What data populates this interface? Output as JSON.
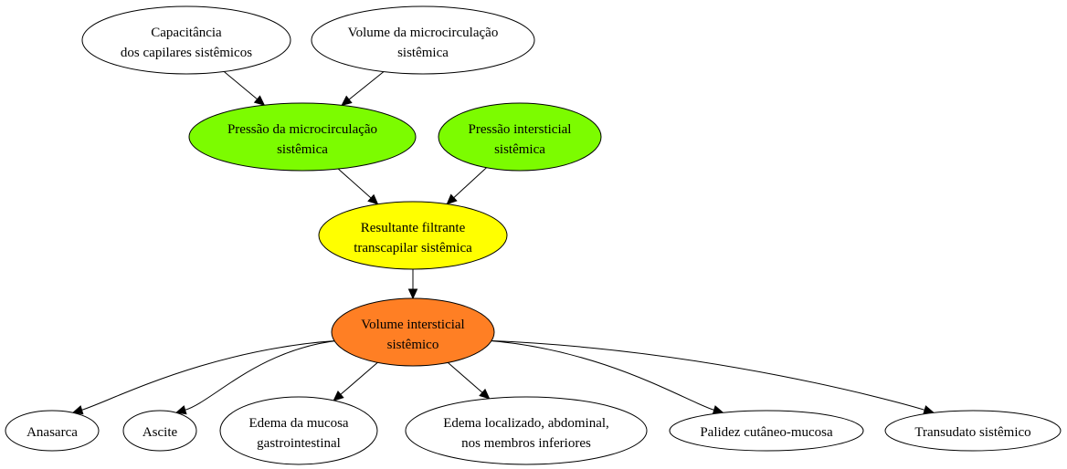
{
  "colors": {
    "white": "#ffffff",
    "green": "#7cfc00",
    "yellow": "#ffff00",
    "orange": "#ff7f24",
    "edge": "#000000"
  },
  "nodes": {
    "capacitancia": {
      "line1": "Capacitância",
      "line2": "dos capilares sistêmicos",
      "fill": "white"
    },
    "volume_micro": {
      "line1": "Volume da microcirculação",
      "line2": "sistêmica",
      "fill": "white"
    },
    "pressao_micro": {
      "line1": "Pressão da microcirculação",
      "line2": "sistêmica",
      "fill": "green"
    },
    "pressao_intersticial": {
      "line1": "Pressão intersticial",
      "line2": "sistêmica",
      "fill": "green"
    },
    "resultante": {
      "line1": "Resultante filtrante",
      "line2": "transcapilar sistêmica",
      "fill": "yellow"
    },
    "volume_intersticial": {
      "line1": "Volume intersticial",
      "line2": "sistêmico",
      "fill": "orange"
    },
    "anasarca": {
      "line1": "Anasarca",
      "fill": "white"
    },
    "ascite": {
      "line1": "Ascite",
      "fill": "white"
    },
    "edema_mucosa": {
      "line1": "Edema da mucosa",
      "line2": "gastrointestinal",
      "fill": "white"
    },
    "edema_localizado": {
      "line1": "Edema localizado, abdominal,",
      "line2": "nos membros inferiores",
      "fill": "white"
    },
    "palidez": {
      "line1": "Palidez cutâneo-mucosa",
      "fill": "white"
    },
    "transudato": {
      "line1": "Transudato sistêmico",
      "fill": "white"
    }
  },
  "edges": [
    [
      "capacitancia",
      "pressao_micro"
    ],
    [
      "volume_micro",
      "pressao_micro"
    ],
    [
      "pressao_micro",
      "resultante"
    ],
    [
      "pressao_intersticial",
      "resultante"
    ],
    [
      "resultante",
      "volume_intersticial"
    ],
    [
      "volume_intersticial",
      "anasarca"
    ],
    [
      "volume_intersticial",
      "ascite"
    ],
    [
      "volume_intersticial",
      "edema_mucosa"
    ],
    [
      "volume_intersticial",
      "edema_localizado"
    ],
    [
      "volume_intersticial",
      "palidez"
    ],
    [
      "volume_intersticial",
      "transudato"
    ]
  ]
}
